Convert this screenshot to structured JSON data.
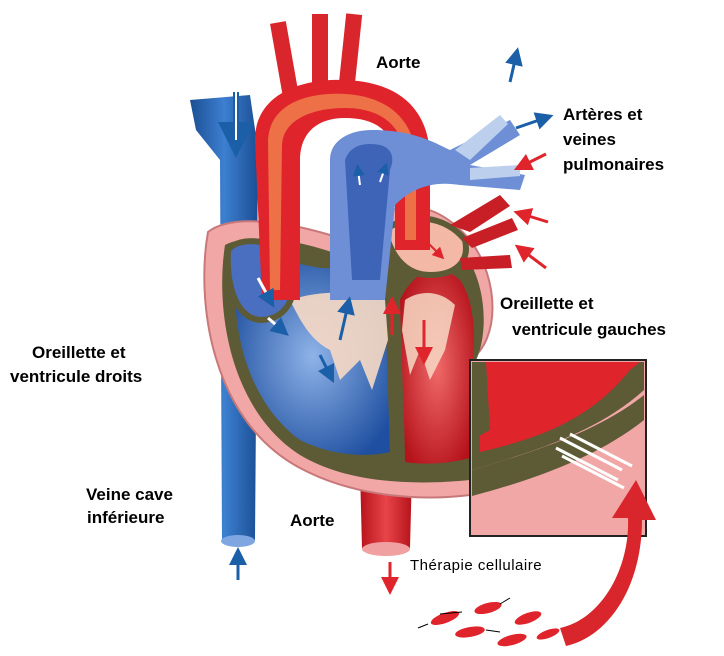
{
  "labels": {
    "aorte_top": "Aorte",
    "arteres_line1": "Artères et",
    "arteres_line2": "veines",
    "arteres_line3": "pulmonaires",
    "oreillette_gauche_line1": "Oreillette et",
    "oreillette_gauche_line2": "ventricule gauches",
    "oreillette_droite_line1": "Oreillette et",
    "oreillette_droite_line2": "ventricule droits",
    "veine_cave_line1": "Veine cave",
    "veine_cave_line2": "inférieure",
    "aorte_bottom": "Aorte",
    "therapie": "Thérapie cellulaire"
  },
  "colors": {
    "blue_dark": "#1b5fa8",
    "blue_light": "#7fa6e0",
    "red": "#e0242b",
    "red_dark": "#b5121b",
    "pink": "#f2a7a7",
    "olive": "#5d5a36",
    "cream": "#f7d9c4"
  }
}
